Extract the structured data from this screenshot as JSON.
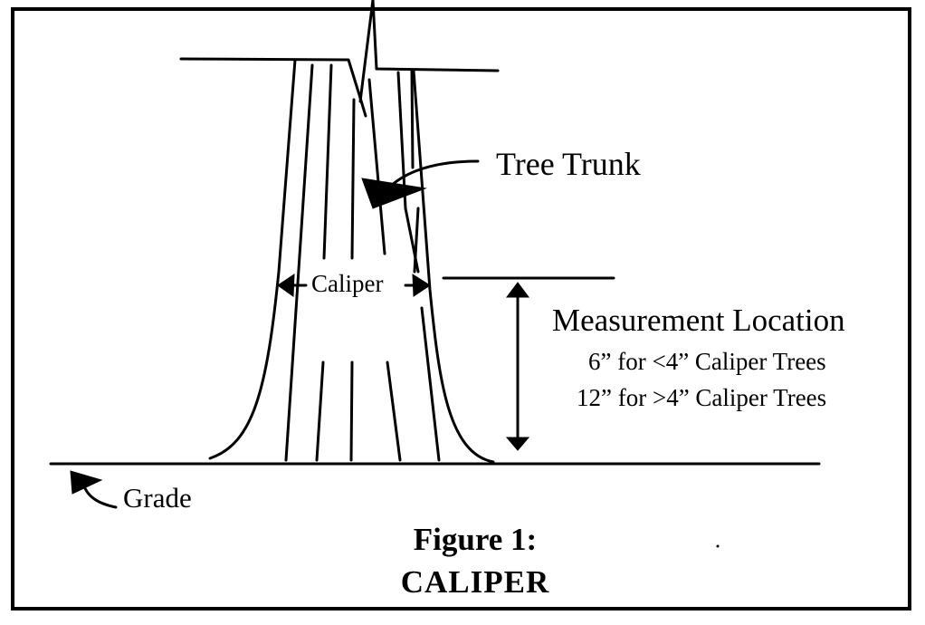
{
  "figure": {
    "caption_line1": "Figure 1:",
    "caption_line2": "CALIPER",
    "colors": {
      "ink": "#000000",
      "paper": "#ffffff"
    }
  },
  "labels": {
    "tree_trunk": "Tree Trunk",
    "caliper": "Caliper",
    "measurement_title": "Measurement Location",
    "measurement_rule_small": "6” for <4” Caliper Trees",
    "measurement_rule_large": "12” for >4” Caliper Trees",
    "grade": "Grade"
  },
  "measurement_rules": [
    {
      "height_in": 6,
      "condition": "<4\" caliper trees"
    },
    {
      "height_in": 12,
      "condition": ">4\" caliper trees"
    }
  ]
}
